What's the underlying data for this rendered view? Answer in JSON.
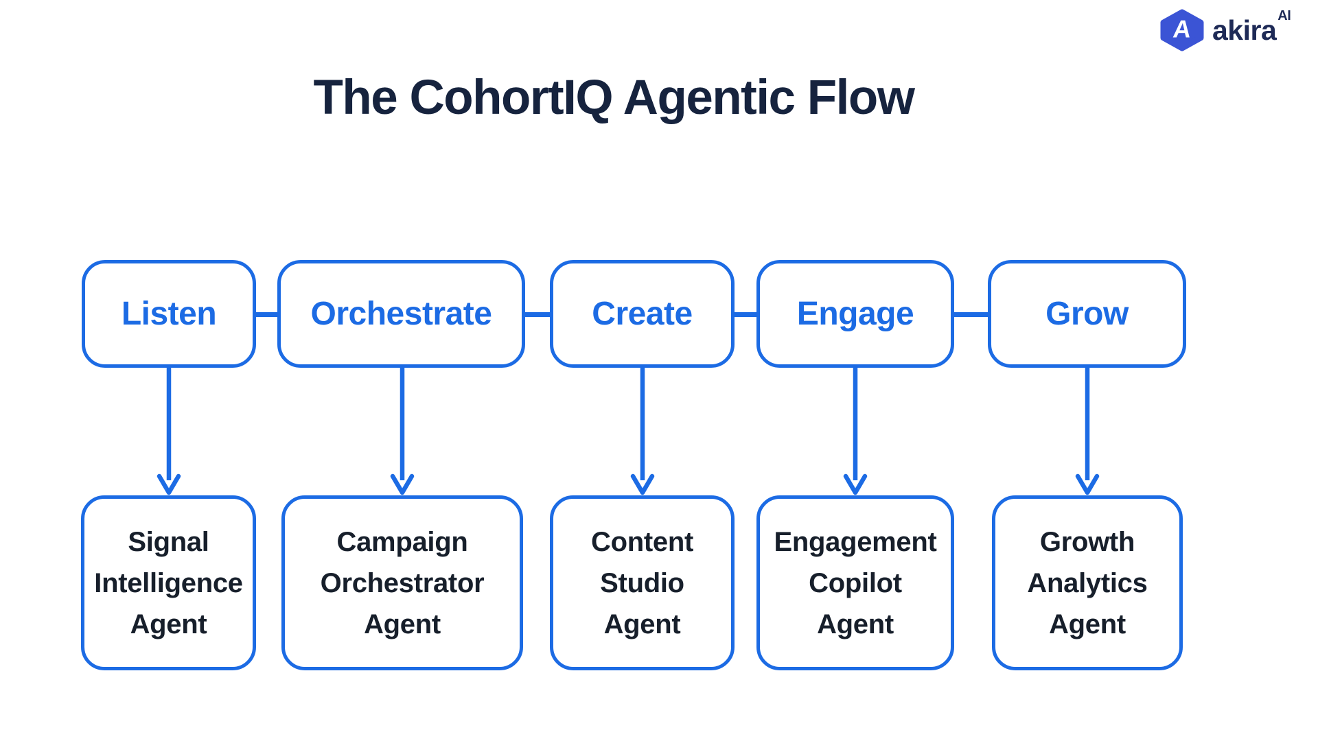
{
  "brand": {
    "monogram": "A",
    "name": "akira",
    "superscript": "AI"
  },
  "title": "The CohortIQ Agentic Flow",
  "colors": {
    "flow_blue": "#1C6BE4",
    "title_navy": "#16233E",
    "agent_text": "#171F2B",
    "logo_hex_blue": "#3B54D5",
    "logo_text_navy": "#1E2A56",
    "background": "#FFFFFF"
  },
  "flow": {
    "stages": [
      {
        "label": "Listen",
        "agent": "Signal\nIntelligence\nAgent"
      },
      {
        "label": "Orchestrate",
        "agent": "Campaign\nOrchestrator\nAgent"
      },
      {
        "label": "Create",
        "agent": "Content\nStudio\nAgent"
      },
      {
        "label": "Engage",
        "agent": "Engagement\nCopilot\nAgent"
      },
      {
        "label": "Grow",
        "agent": "Growth\nAnalytics\nAgent"
      }
    ]
  }
}
